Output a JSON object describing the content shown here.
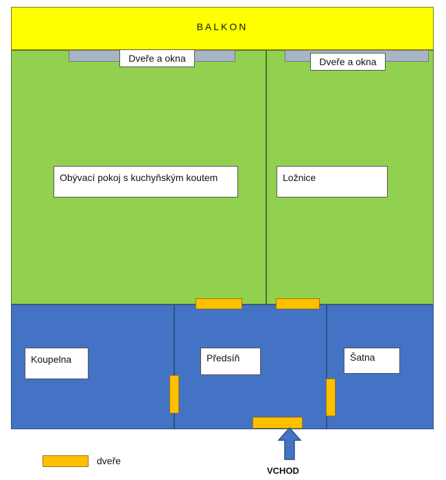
{
  "balcony": {
    "label": "BALKON"
  },
  "windows": [
    {
      "label": "Dveře a okna"
    },
    {
      "label": "Dveře a okna"
    }
  ],
  "rooms": {
    "living": "Obývací pokoj s kuchyňským koutem",
    "bedroom": "Ložnice",
    "bathroom": "Koupelna",
    "hallway": "Předsíň",
    "wardrobe": "Šatna"
  },
  "legend": {
    "door_label": "dveře"
  },
  "entrance": {
    "label": "VCHOD"
  },
  "colors": {
    "balcony": "#ffff00",
    "living_rooms": "#92d050",
    "service_rooms": "#4472c4",
    "doors": "#ffc000",
    "windows": "#aab5c3",
    "entrance_arrow": "#4472c4"
  }
}
